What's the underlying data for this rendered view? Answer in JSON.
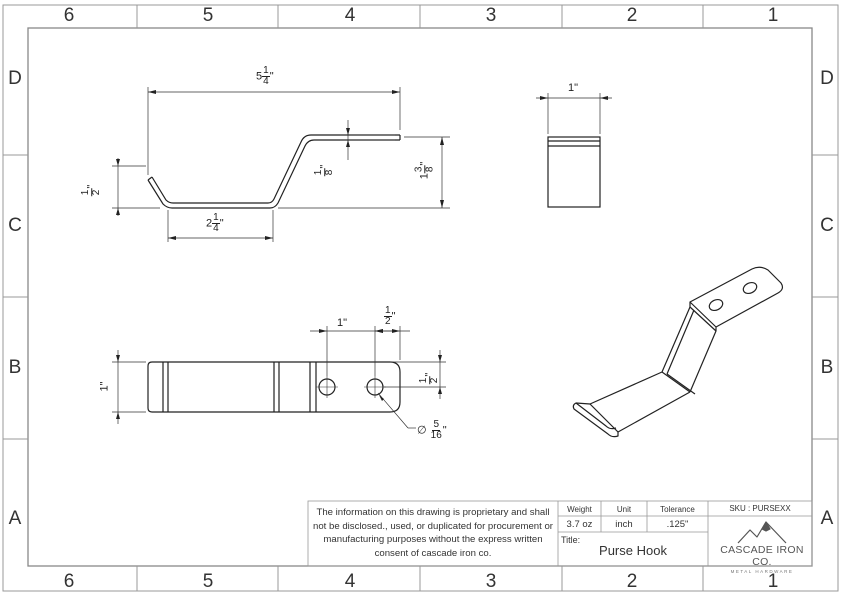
{
  "zones": {
    "columns": [
      "6",
      "5",
      "4",
      "3",
      "2",
      "1"
    ],
    "rows": [
      "D",
      "C",
      "B",
      "A"
    ]
  },
  "dimensions": {
    "overall_length": {
      "whole": "5",
      "num": "1",
      "den": "4",
      "unit": "\""
    },
    "bottom_length": {
      "whole": "2",
      "num": "1",
      "den": "4",
      "unit": "\""
    },
    "lip_height": {
      "num": "1",
      "den": "2",
      "unit": "\""
    },
    "thickness": {
      "num": "1",
      "den": "8",
      "unit": "\""
    },
    "overall_height": {
      "whole": "1",
      "num": "3",
      "den": "8",
      "unit": "\""
    },
    "width_side": "1\"",
    "width_top": "1\"",
    "hole_spacing": "1\"",
    "hole_edge_offset": {
      "num": "1",
      "den": "2",
      "unit": "\""
    },
    "hole_center_offset": {
      "num": "1",
      "den": "2",
      "unit": "\""
    },
    "hole_diameter": {
      "prefix": "∅",
      "num": "5",
      "den": "16",
      "unit": "\""
    }
  },
  "title_block": {
    "notice": "The information on this drawing is proprietary and shall not be disclosed., used, or duplicated for procurement or manufacturing purposes without the express written consent of cascade iron co.",
    "weight_label": "Weight",
    "weight_value": "3.7 oz",
    "unit_label": "Unit",
    "unit_value": "inch",
    "tolerance_label": "Tolerance",
    "tolerance_value": ".125\"",
    "sku": "SKU : PURSEXX",
    "title_label": "Title:",
    "title_value": "Purse Hook",
    "company": "CASCADE IRON CO.",
    "company_tagline": "METAL HARDWARE"
  },
  "colors": {
    "line": "#222222",
    "frame": "#888888",
    "text": "#333333"
  }
}
